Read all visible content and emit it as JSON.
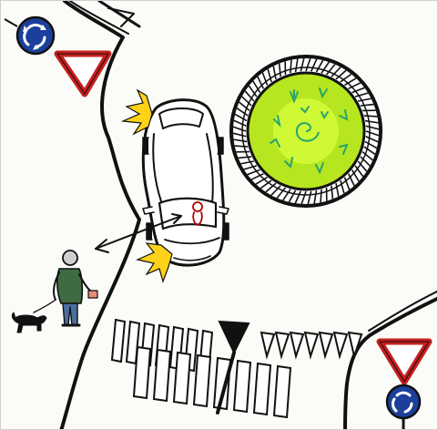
{
  "illustration": {
    "kind": "hand-drawn traffic scene",
    "objects": [
      "roundabout-island",
      "car",
      "pedestrian-with-dog",
      "pedestrian-crossing",
      "yield-sign",
      "roundabout-sign",
      "shark-teeth-yield-line",
      "sight-line-arrow",
      "headlight-flashes"
    ]
  },
  "colors": {
    "island_green": "#b6e61f",
    "island_center": "#d7ff3e",
    "grass_marks": "#2aa46e",
    "headlight_yellow": "#ffd21a",
    "yield_sign_red": "#c71e1e",
    "roundabout_sign_blue": "#1b3f9b",
    "ink": "#111111",
    "driver_red": "#b30000",
    "coat_green": "#3f6b42",
    "jeans_blue": "#4a6fa0"
  }
}
